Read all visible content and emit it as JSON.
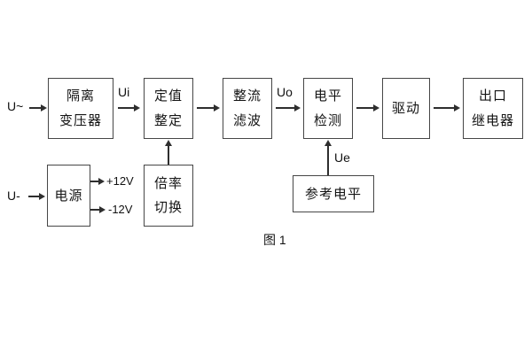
{
  "figure": {
    "caption": "图 1"
  },
  "colors": {
    "background": "#ffffff",
    "line": "#2e2e2e",
    "box_border": "#464646",
    "text": "#141414"
  },
  "inputs": {
    "ac_input": "U~",
    "dc_input": "U-"
  },
  "signal_labels": {
    "ui": "Ui",
    "uo": "Uo",
    "ue": "Ue",
    "plus_12v": "+12V",
    "minus_12v": "-12V"
  },
  "blocks": {
    "isolation_transformer": {
      "line1": "隔离",
      "line2": "变压器"
    },
    "setting_adjustment": {
      "line1": "定值",
      "line2": "整定"
    },
    "rectifier_filter": {
      "line1": "整流",
      "line2": "滤波"
    },
    "level_detection": {
      "line1": "电平",
      "line2": "检测"
    },
    "driver": {
      "line1": "驱动"
    },
    "output_relay": {
      "line1": "出口",
      "line2": "继电器"
    },
    "power_supply": {
      "line1": "电源"
    },
    "ratio_switching": {
      "line1": "倍率",
      "line2": "切换"
    },
    "reference_level": {
      "line1": "参考电平"
    }
  }
}
